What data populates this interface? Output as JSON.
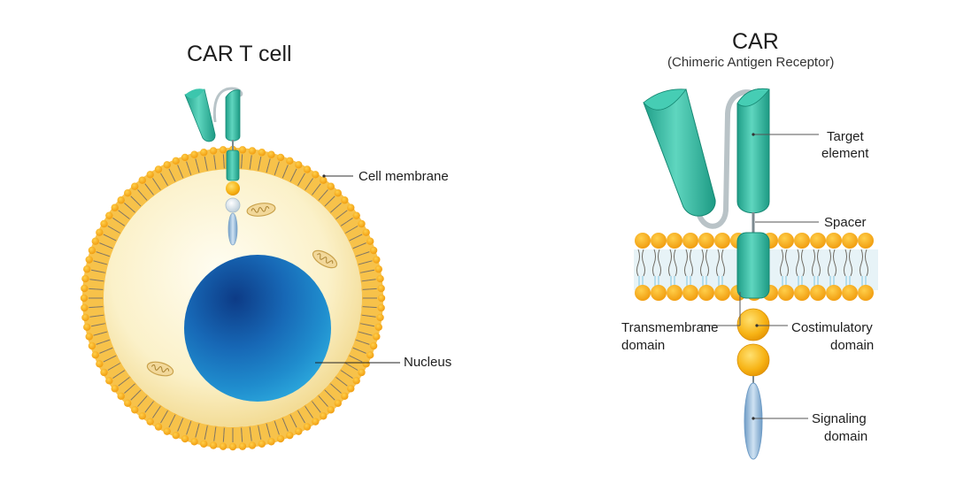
{
  "left": {
    "title": "CAR T cell",
    "labels": {
      "membrane": "Cell membrane",
      "nucleus": "Nucleus"
    }
  },
  "right": {
    "title": "CAR",
    "subtitle": "(Chimeric Antigen Receptor)",
    "labels": {
      "target_1": "Target",
      "target_2": "element",
      "spacer": "Spacer",
      "transmembrane_1": "Transmembrane",
      "transmembrane_2": "domain",
      "costim_1": "Costimulatory",
      "costim_2": "domain",
      "signal_1": "Signaling",
      "signal_2": "domain"
    }
  },
  "colors": {
    "lipid_head": "#f5a623",
    "receptor_teal": "#2cb59d",
    "nucleus_blue": "#1a6fb3",
    "cytoplasm": "#fbf3cf",
    "signaling": "#8fb7d8"
  }
}
